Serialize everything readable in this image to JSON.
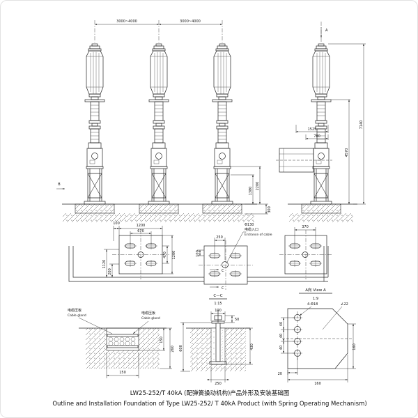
{
  "title": {
    "zh": "LW25-252/T 40kA (配弹簧操动机构)产品外形及安装基础图",
    "en": "Outline and Installation Foundation of Type LW25-252/ T 40kA Product (with Spring Operating Mechanism)"
  },
  "front_view": {
    "pole_spacing_left": "3000~4000",
    "pole_spacing_right": "3000~4000",
    "marker_a": "A",
    "marker_b": "B",
    "frame_height": "2200",
    "frame_mid": "1380",
    "foundation_depth": "300"
  },
  "side_view": {
    "overall_height": "7140",
    "height_to_flange": "4570",
    "top_width": "1525",
    "sub_width": "780"
  },
  "plan_views": {
    "left": {
      "top_offset": "100",
      "top_width": "1200",
      "bolt_span_x": "670",
      "right_height": "1200",
      "bolt_span_y": "470",
      "left_total": "1120",
      "left_offset": "200"
    },
    "middle": {
      "top_span": "250",
      "left_span": "100",
      "cable_dia": "Φ130",
      "cable_note_zh": "电缆入口",
      "cable_note_en": "Entrance of cable"
    },
    "right": {
      "top_span": "370"
    },
    "section_c1": "C",
    "section_c2": "C"
  },
  "trench_detail": {
    "gland_left_zh": "电缆压板",
    "gland_left_en": "Cable gland",
    "gland_right_zh": "电缆压板",
    "gland_right_en": "Cable gland",
    "width": "150",
    "inner_depth": "150",
    "total_depth": "260"
  },
  "section_cc": {
    "label": "C—C",
    "scale": "1:15",
    "top_width": "100",
    "nut_height": "50",
    "left_height": "600",
    "right_height": "430",
    "bottom_width": "250"
  },
  "view_a": {
    "label": "A向 View A",
    "scale": "1:9",
    "holes_note": "4-Φ18",
    "chamfer_note": "∠22",
    "spacing1": "40",
    "spacing2": "40",
    "spacing3": "40",
    "edge_offset": "20",
    "right_height": "160",
    "bottom_width": "160"
  }
}
